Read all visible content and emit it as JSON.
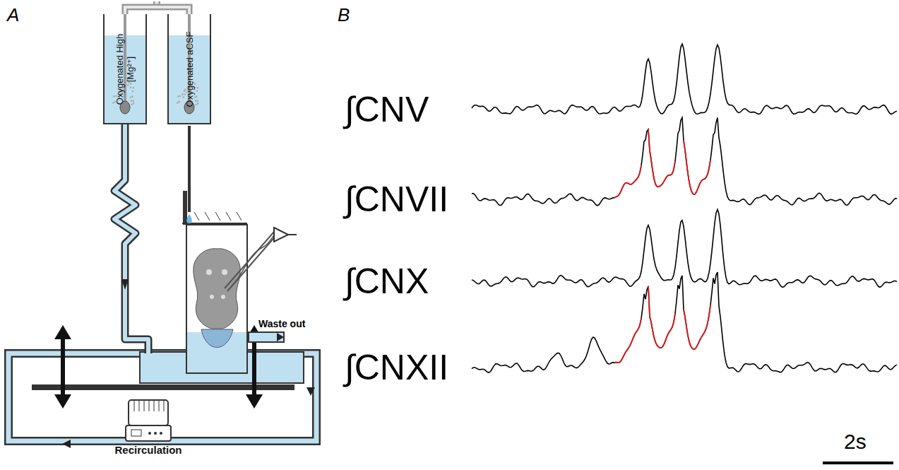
{
  "diagram": {
    "nodes": [
      {
        "text": [
          "Oxygenated High [Mg²⁺]"
        ]
      },
      {
        "text": [
          "Oxygenated aCSF"
        ]
      },
      {
        "text": [
          "Recirculation"
        ]
      }
    ],
    "edges": [
      {
        "from": 0,
        "to": 1,
        "arrow": "none"
      }
    ],
    "labels": [
      "A",
      "B",
      "Waste out",
      "∫CNV",
      "∫CNVII",
      "∫CNX",
      "∫CNXII",
      "2s"
    ]
  }
}
